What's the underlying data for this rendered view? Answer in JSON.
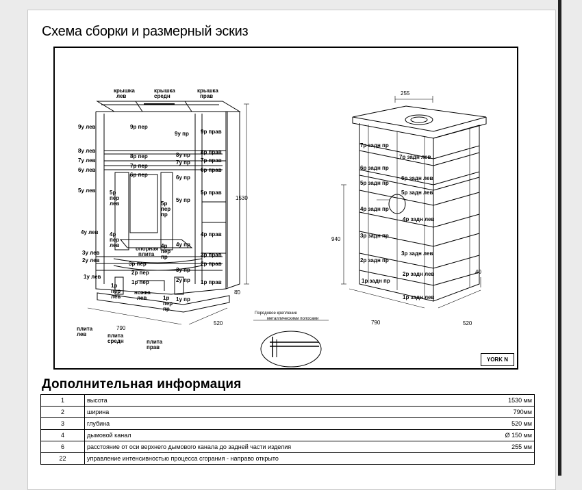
{
  "document": {
    "title": "Схема сборки и размерный эскиз",
    "subtitle": "Дополнительная информация",
    "model": "YORK N"
  },
  "diagram": {
    "left_labels": {
      "lid_left": [
        "крышка",
        "лев"
      ],
      "lid_mid": [
        "крышка",
        "средн"
      ],
      "lid_right": [
        "крышка",
        "прав"
      ],
      "y9_left": "9у лев",
      "r9_front": "9р пер",
      "y9_right": "9у пр",
      "r9_right": "9р прав",
      "y8_left": "8у лев",
      "r8_front": "8р пер",
      "y8_right": "8у пр",
      "r8_right": "8р прав",
      "y7_left": "7у лев",
      "r7_front": "7р пер",
      "y7_right": "7у пр",
      "r7_right": "7р прав",
      "y6_left": "6у лев",
      "r6_front": "6р пер",
      "y6_right": "6у пр",
      "r6_right": "6р прав",
      "y5_left": "5у лев",
      "r5_front_left": [
        "5р",
        "пер",
        "лев"
      ],
      "r5_front_right": [
        "5р",
        "пер",
        "пр"
      ],
      "y5_right": "5у пр",
      "r5_right": "5р прав",
      "y4_left": "4у лев",
      "r4_front_left": [
        "4р",
        "пер",
        "лев"
      ],
      "support_plate": [
        "опорная",
        "плита"
      ],
      "r4_front_right": [
        "4р",
        "пер",
        "пр"
      ],
      "y4_right": "4у пр",
      "r4_right": "4р прав",
      "y3_left": "3у лев",
      "y2_left": "2у лев",
      "r3_front": "3р пер",
      "r2_front": "2р пер",
      "r1_front": "1р пер",
      "r3_right": "3р прав",
      "r2_right": "2р прав",
      "y3_right": "3у пр",
      "y2_right": "2у пр",
      "y1_left": "1у лев",
      "y1_right": "1у пр",
      "r1_right": "1р прав",
      "r1_front_left": [
        "1р",
        "пер",
        "лев"
      ],
      "legs_left": [
        "ножка",
        "лев"
      ],
      "r1_front_right": [
        "1р",
        "пер",
        "пр"
      ],
      "plate_left": [
        "плита",
        "лев"
      ],
      "plate_mid": [
        "плита",
        "средн"
      ],
      "plate_right": [
        "плита",
        "прав"
      ],
      "dim_height": "1530",
      "dim_width": "790",
      "dim_depth": "520",
      "dim_40": "40"
    },
    "right_labels": {
      "dim_255": "255",
      "r7_back_right": "7р задн пр",
      "r7_back_left": "7р задн лев",
      "r6_back_right": "6р задн пр",
      "r6_back_left": "6р задн лев",
      "r5_back_right": "5р задн пр",
      "r5_back_left": "5р задн лев",
      "r4_back_right": "4р задн пр",
      "r4_back_left": "4р задн лев",
      "r3_back_right": "3р задн пр",
      "r3_back_left": "3р задн лев",
      "r2_back_right": "2р задн пр",
      "r2_back_left": "2р задн лев",
      "r1_back_right": "1р задн пр",
      "r1_back_left": "1р задн лев",
      "dim_940": "940",
      "dim_40": "40",
      "dim_width": "790",
      "dim_depth": "520"
    },
    "detail": {
      "line1": "Порядовое крепление",
      "line2": "металлическими полосами"
    }
  },
  "info_rows": [
    {
      "num": "1",
      "desc": "высота",
      "value": "1530 мм"
    },
    {
      "num": "2",
      "desc": "ширина",
      "value": "790мм"
    },
    {
      "num": "3",
      "desc": "глубина",
      "value": "520 мм"
    },
    {
      "num": "4",
      "desc": "дымовой канал",
      "value": "Ø 150 мм"
    },
    {
      "num": "6",
      "desc": "расстояние от оси верхнего дымового канала до задней части изделия",
      "value": "255 мм"
    },
    {
      "num": "22",
      "desc": "управление интенсивностью процесса сгорания - направо открыто",
      "value": ""
    }
  ]
}
